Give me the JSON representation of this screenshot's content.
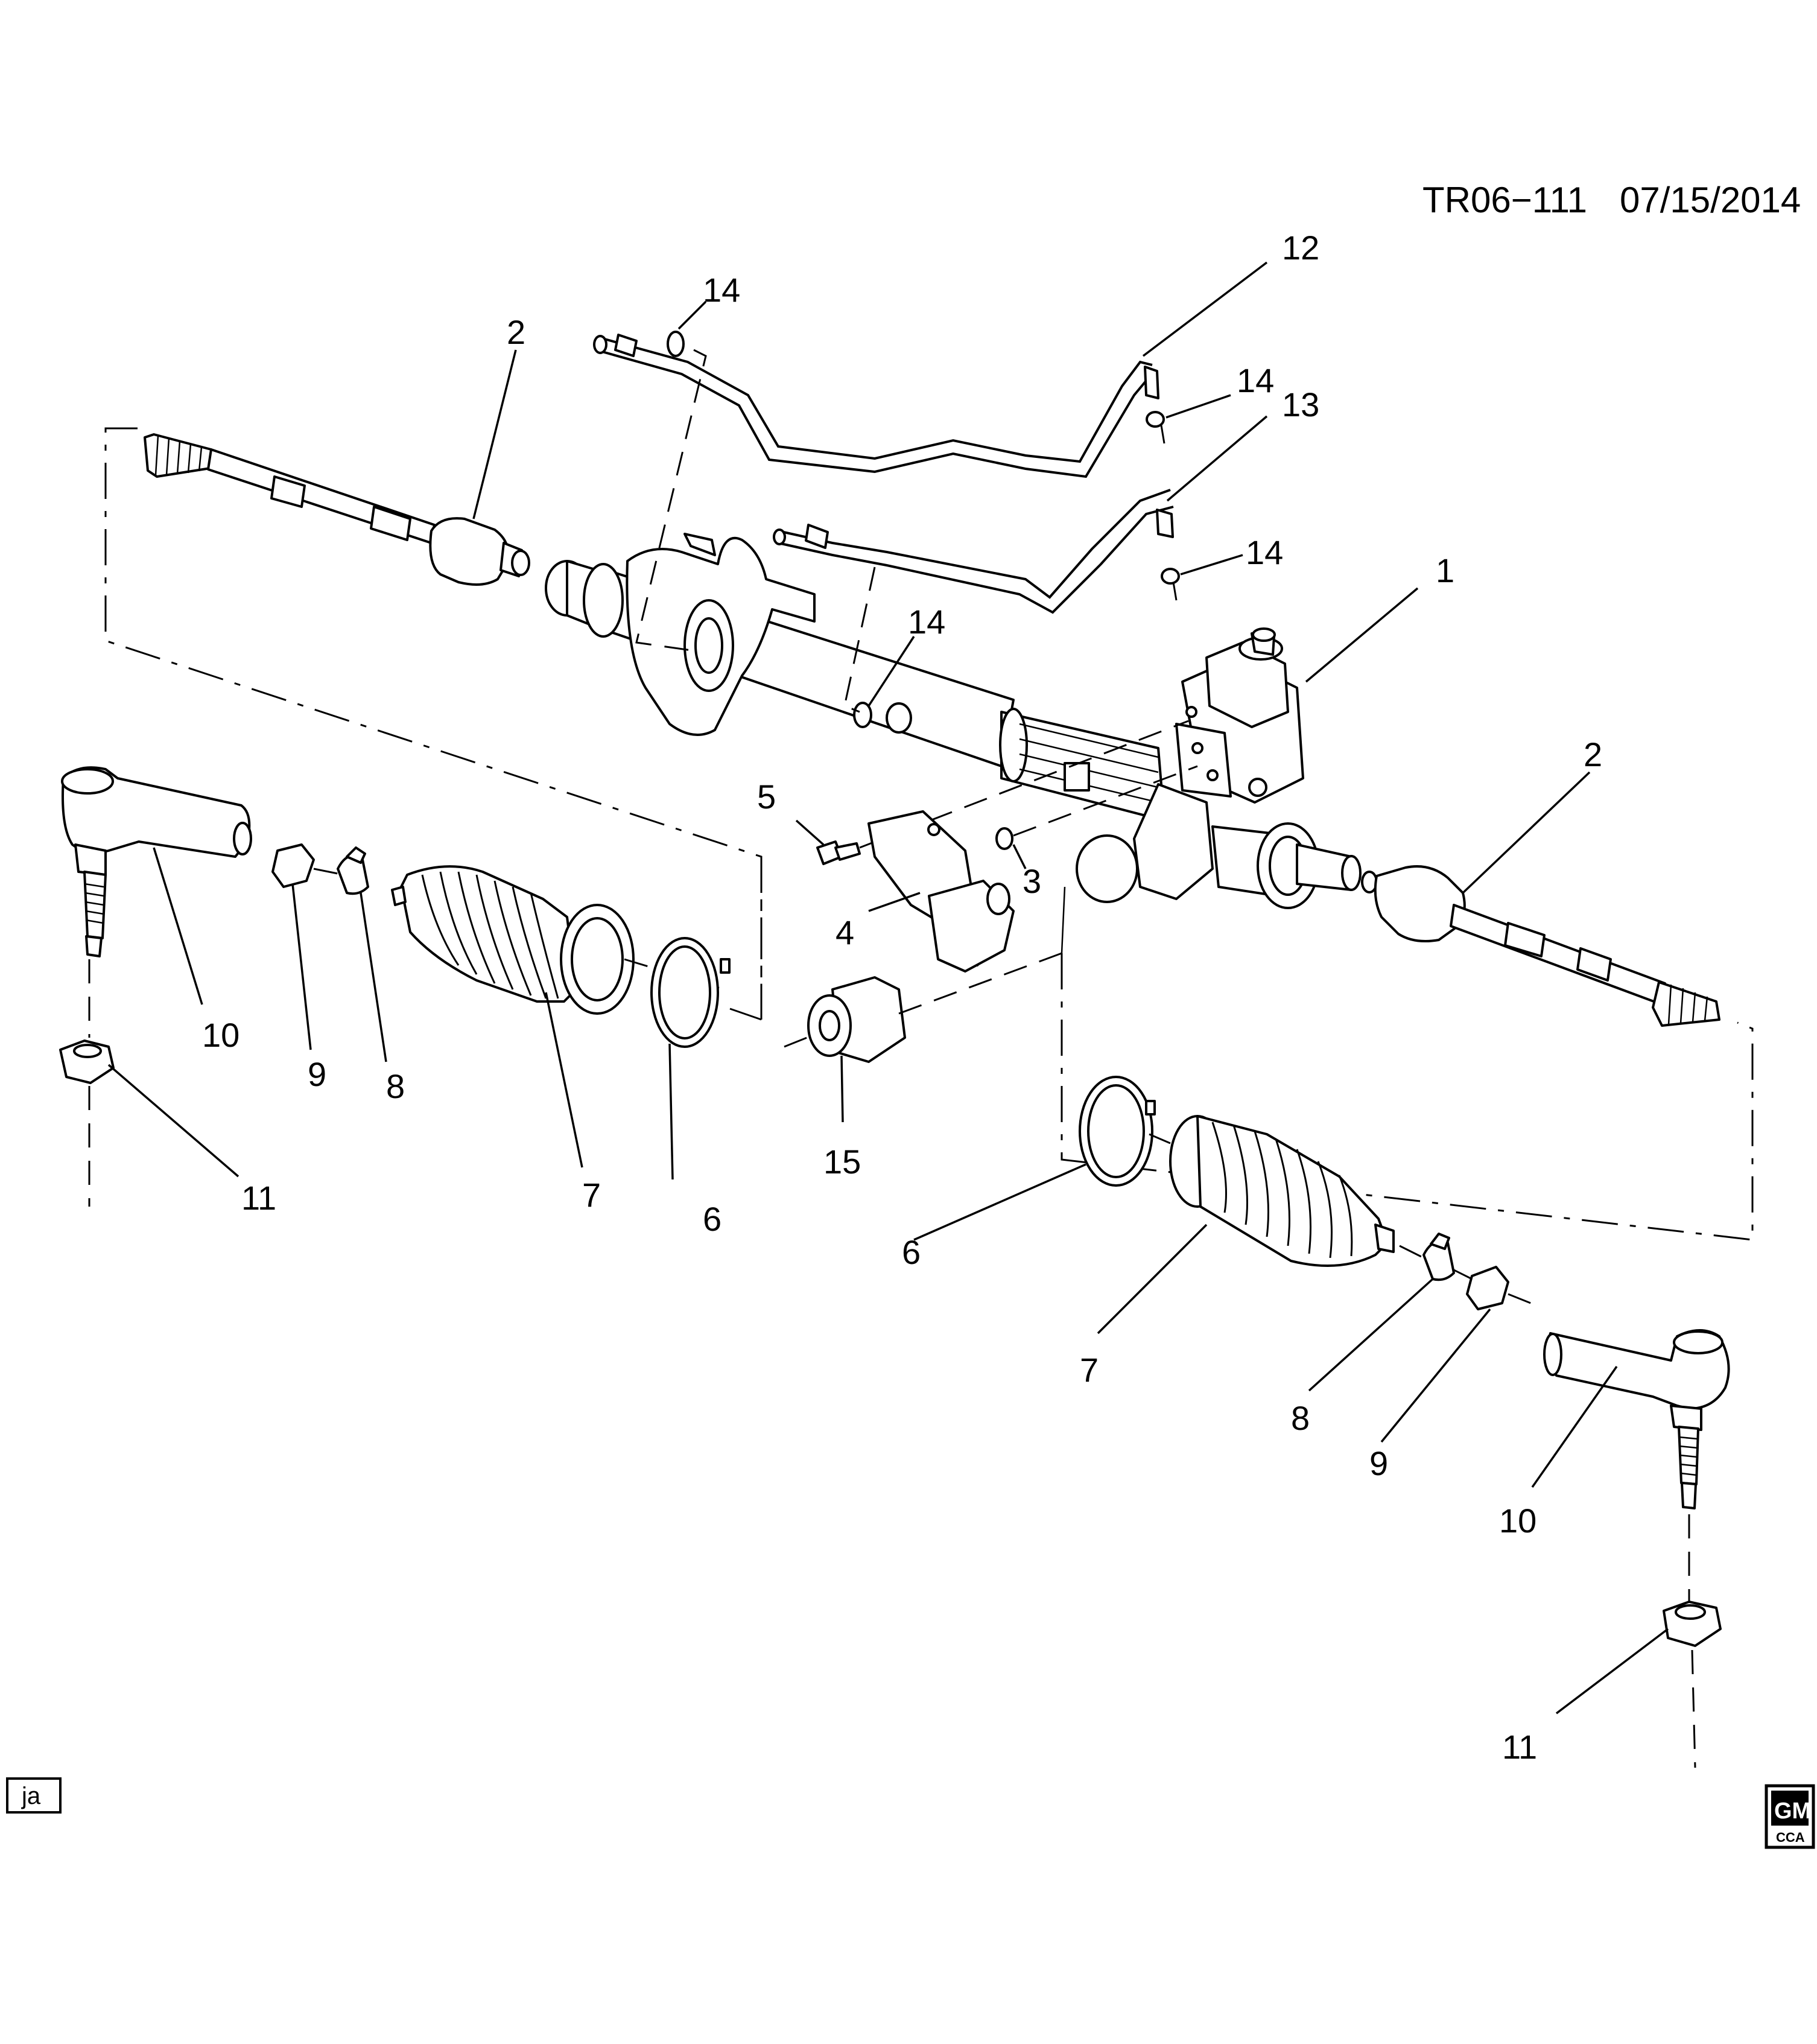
{
  "header": {
    "drawing_id": "TR06−111",
    "date": "07/15/2014"
  },
  "corner_tag": "ja",
  "logo": {
    "mark": "GM",
    "sub": "CCA"
  },
  "callouts": {
    "steering_gear": "1",
    "inner_tie_rod_left": "2",
    "inner_tie_rod_right": "2",
    "seal_ring_3": "3",
    "bracket_4": "4",
    "bolt_5": "5",
    "clamp_6_left": "6",
    "clamp_6_right": "6",
    "boot_7_left": "7",
    "boot_7_right": "7",
    "clamp_8_left": "8",
    "clamp_8_right": "8",
    "nut_9_left": "9",
    "nut_9_right": "9",
    "outer_tie_rod_10_left": "10",
    "outer_tie_rod_10_right": "10",
    "nut_11_left": "11",
    "nut_11_right": "11",
    "pipe_12": "12",
    "pipe_13": "13",
    "seal_14_a": "14",
    "seal_14_b": "14",
    "seal_14_c": "14",
    "seal_14_d": "14",
    "bushing_15": "15"
  }
}
